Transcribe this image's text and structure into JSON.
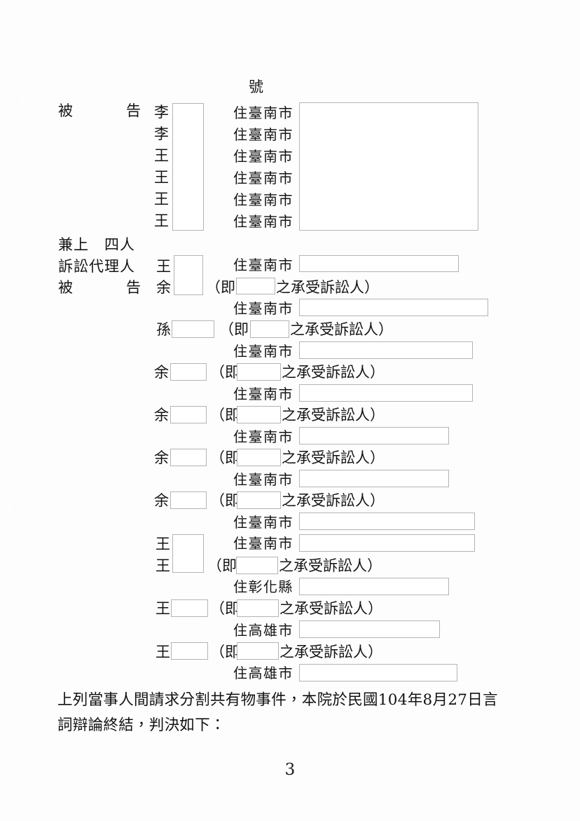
{
  "document": {
    "page_number": "3",
    "hao_marker": "號",
    "labels": {
      "defendant": "被　　　　告",
      "defendant_chars": [
        "被",
        "告"
      ],
      "plus_above_four": "兼上　四人",
      "litigation_agent": "訴訟代理人",
      "address_tainan": "住臺南市",
      "address_changhua": "住彰化縣",
      "address_kaohsiung": "住高雄市",
      "successor_open": "（即",
      "successor_close": "之承受訴訟人）"
    }
  },
  "top_block": {
    "role_label": "被　　　　告",
    "surnames": [
      "李",
      "李",
      "王",
      "王",
      "王",
      "王"
    ],
    "address_prefixes": [
      "住臺南市",
      "住臺南市",
      "住臺南市",
      "住臺南市",
      "住臺南市",
      "住臺南市"
    ],
    "name_box_redacted": true,
    "address_box_redacted": true
  },
  "agent_block": {
    "line1": "兼上　四人",
    "line2_label": "訴訟代理人",
    "line2_surname": "王",
    "line2_address_prefix": "住臺南市",
    "line3_label": "被　　　　告",
    "line3_surname": "余",
    "line3_successor_open": "（即",
    "line3_successor_close": "之承受訴訟人）"
  },
  "party_rows": [
    {
      "surname": "余",
      "successor_open": "（即",
      "successor_close": "之承受訴訟人）",
      "address_prefix": "住臺南市",
      "address_above": true
    },
    {
      "surname": "孫",
      "successor_open": "（即",
      "successor_close": "之承受訴訟人）",
      "address_prefix": "住臺南市"
    },
    {
      "surname": "余",
      "successor_open": "（即",
      "successor_close": "之承受訴訟人）",
      "address_prefix": "住臺南市"
    },
    {
      "surname": "余",
      "successor_open": "（即",
      "successor_close": "之承受訴訟人）",
      "address_prefix": "住臺南市"
    },
    {
      "surname": "余",
      "successor_open": "（即",
      "successor_close": "之承受訴訟人）",
      "address_prefix": "住臺南市"
    },
    {
      "surname": "余",
      "successor_open": "（即",
      "successor_close": "之承受訴訟人）",
      "address_prefix": "住臺南市"
    },
    {
      "surname": "王",
      "successor_open": "（即",
      "successor_close": "之承受訴訟人）",
      "address_prefix": "住臺南市"
    },
    {
      "surname": "王",
      "successor_open": "（即",
      "successor_close": "之承受訴訟人）",
      "address_prefix": "住彰化縣"
    },
    {
      "surname": "王",
      "successor_open": "（即",
      "successor_close": "之承受訴訟人）",
      "address_prefix": "住高雄市"
    }
  ],
  "closing": {
    "line1": "上列當事人間請求分割共有物事件，本院於民國104年8月27日言",
    "line2": "詞辯論終結，判決如下：",
    "date_year": "104",
    "date_month": "8",
    "date_day": "27"
  },
  "colors": {
    "paper": "#fdfdfd",
    "ink": "#141414",
    "redaction_border": "#b4b4b4",
    "redaction_fill": "#ffffff"
  }
}
